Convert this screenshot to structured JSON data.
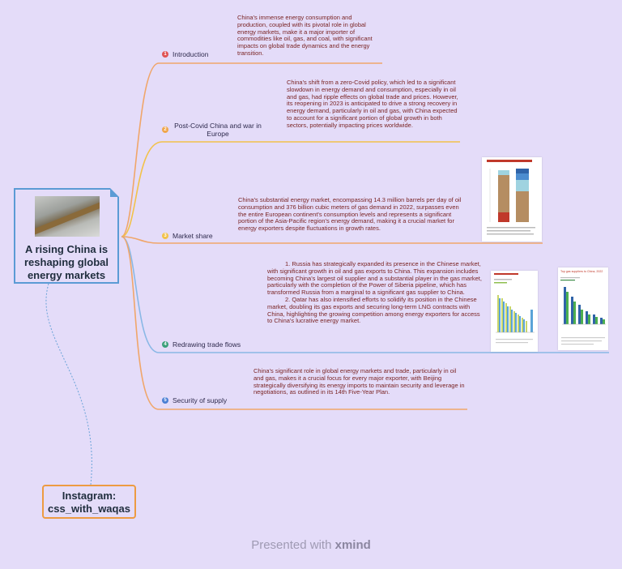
{
  "central": {
    "title": "A rising China is reshaping global energy markets",
    "image": "pipeline-photo"
  },
  "topics": [
    {
      "number": "1",
      "label": "Introduction",
      "color": "#e05252",
      "text": "China's immense energy consumption and production, coupled with its pivotal role in global energy markets, make it a major importer of commodities like oil, gas, and coal, with significant impacts on global trade dynamics and the energy transition."
    },
    {
      "number": "2",
      "label": "Post-Covid China and war in Europe",
      "color": "#f0a64a",
      "text": "China's shift from a zero-Covid policy, which led to a significant slowdown in energy demand and consumption, especially in oil and gas, had ripple effects on global trade and prices. However, its reopening in 2023 is anticipated to drive a strong recovery in energy demand, particularly in oil and gas, with China expected to account for a significant portion of global growth in both sectors, potentially impacting prices worldwide."
    },
    {
      "number": "3",
      "label": "Market share",
      "color": "#f2c24a",
      "text": "China's substantial energy market, encompassing 14.3 million barrels per day of oil consumption and 376 billion cubic meters of gas demand in 2022, surpasses even the entire European continent's consumption levels and represents a significant portion of the Asia-Pacific region's energy demand, making it a crucial market for energy exporters despite fluctuations in growth rates."
    },
    {
      "number": "4",
      "label": "Redrawing trade flows",
      "color": "#3aa07a",
      "text1": "1.    Russia has strategically expanded its presence in the Chinese market, with significant growth in oil and gas exports to China. This expansion includes becoming China's largest oil supplier and a substantial player in the gas market, particularly with the completion of the Power of Siberia pipeline, which has transformed Russia from a marginal to a significant gas supplier to China.",
      "text2": "2.    Qatar has also intensified efforts to solidify its position in the Chinese market, doubling its gas exports and securing long-term LNG contracts with China, highlighting the growing competition among energy exporters for access to China's lucrative energy market."
    },
    {
      "number": "5",
      "label": "Security of supply",
      "color": "#4a7fd4",
      "text": "China's significant role in global energy markets and trade, particularly in oil and gas, makes it a crucial focus for every major exporter, with Beijing strategically diversifying its energy imports to maintain security and leverage in negotiations, as outlined in its 14th Five-Year Plan."
    }
  ],
  "thumbnails": {
    "market_share": {
      "title": "China's energy market totally share"
    },
    "suppliers": {
      "title": "Top gas suppliers to China, 2022"
    }
  },
  "instagram": {
    "line1": "Instagram:",
    "line2": "css_with_waqas"
  },
  "footer": {
    "prefix": "Presented with",
    "brand": "xmind"
  },
  "colors": {
    "background": "#e4dcf9",
    "branch_orange": "#f0a66a",
    "branch_yellow": "#f2c24a",
    "branch_blue": "#8ab8e6",
    "central_border": "#5b9bd5",
    "note_text": "#7a2424"
  }
}
